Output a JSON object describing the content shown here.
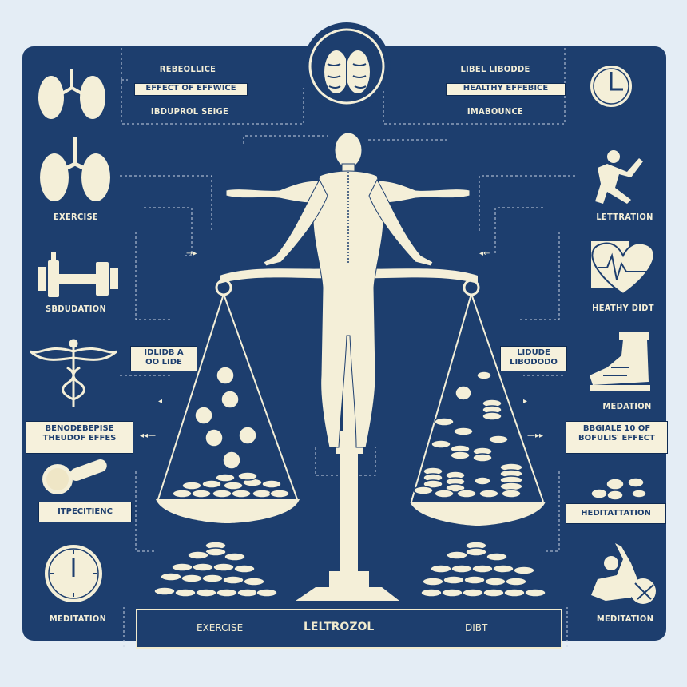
{
  "labels": {
    "top_left_1": "REBEOLLICE",
    "top_left_box": "EFFECT OF EFFWICE",
    "top_left_3": "IBDUPROL SEIGE",
    "top_right_1": "LIBEL LIBODDE",
    "top_right_box": "HEALTHY EFFEBICE",
    "top_right_3": "IMABOUNCE",
    "left_exercise": "EXERCISE",
    "left_sedation": "SBDUDATION",
    "left_box": [
      "IDLIDB A",
      "OO LIDE"
    ],
    "left_wide_box": [
      "BENODEBEPISE",
      "THEUDOF EFFES"
    ],
    "left_bottom_box": "ITPECITIENC",
    "left_meditation": "MEDITATION",
    "right_lettration": "LETTRATION",
    "right_healthy": "HEATHY DIDT",
    "right_box": [
      "LIDUDE",
      "LIBODODO"
    ],
    "right_medation": "MEDATION",
    "right_wide_box": [
      "BBGIALE 10 OF",
      "BOFULIS′ EFFECT"
    ],
    "right_box2": "HEDITATTATION",
    "right_meditation": "MEDITATION"
  },
  "base": {
    "left": "EXERCISE",
    "center": "LELTROZOL",
    "right": "DIBT"
  },
  "icons": [
    "lungs-icon",
    "brain-icon",
    "clock-icon",
    "runner-icon",
    "dumbbell-icon",
    "heart-icon",
    "caduceus-icon",
    "shoe-icon",
    "magnifier-icon",
    "pills-icon",
    "stopwatch-icon",
    "stretching-person-icon",
    "balance-scale-icon",
    "human-figure-icon"
  ],
  "colors": {
    "background": "#e4edf5",
    "panel": "#1d3e6e",
    "ink": "#f4efd8"
  }
}
